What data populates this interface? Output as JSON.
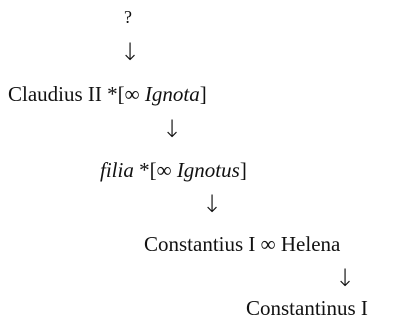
{
  "tree": {
    "root": {
      "text": "?"
    },
    "arrow_glyph": "↓",
    "claudius": {
      "name": "Claudius II",
      "mid": " *[∞ ",
      "spouse": "Ignota",
      "close": "]"
    },
    "filia": {
      "name": "filia",
      "mid": " *[∞ ",
      "spouse": "Ignotus",
      "close": "]"
    },
    "constantius": {
      "text": "Constantius I ∞ Helena"
    },
    "constantinus": {
      "text": "Constantinus I"
    }
  }
}
